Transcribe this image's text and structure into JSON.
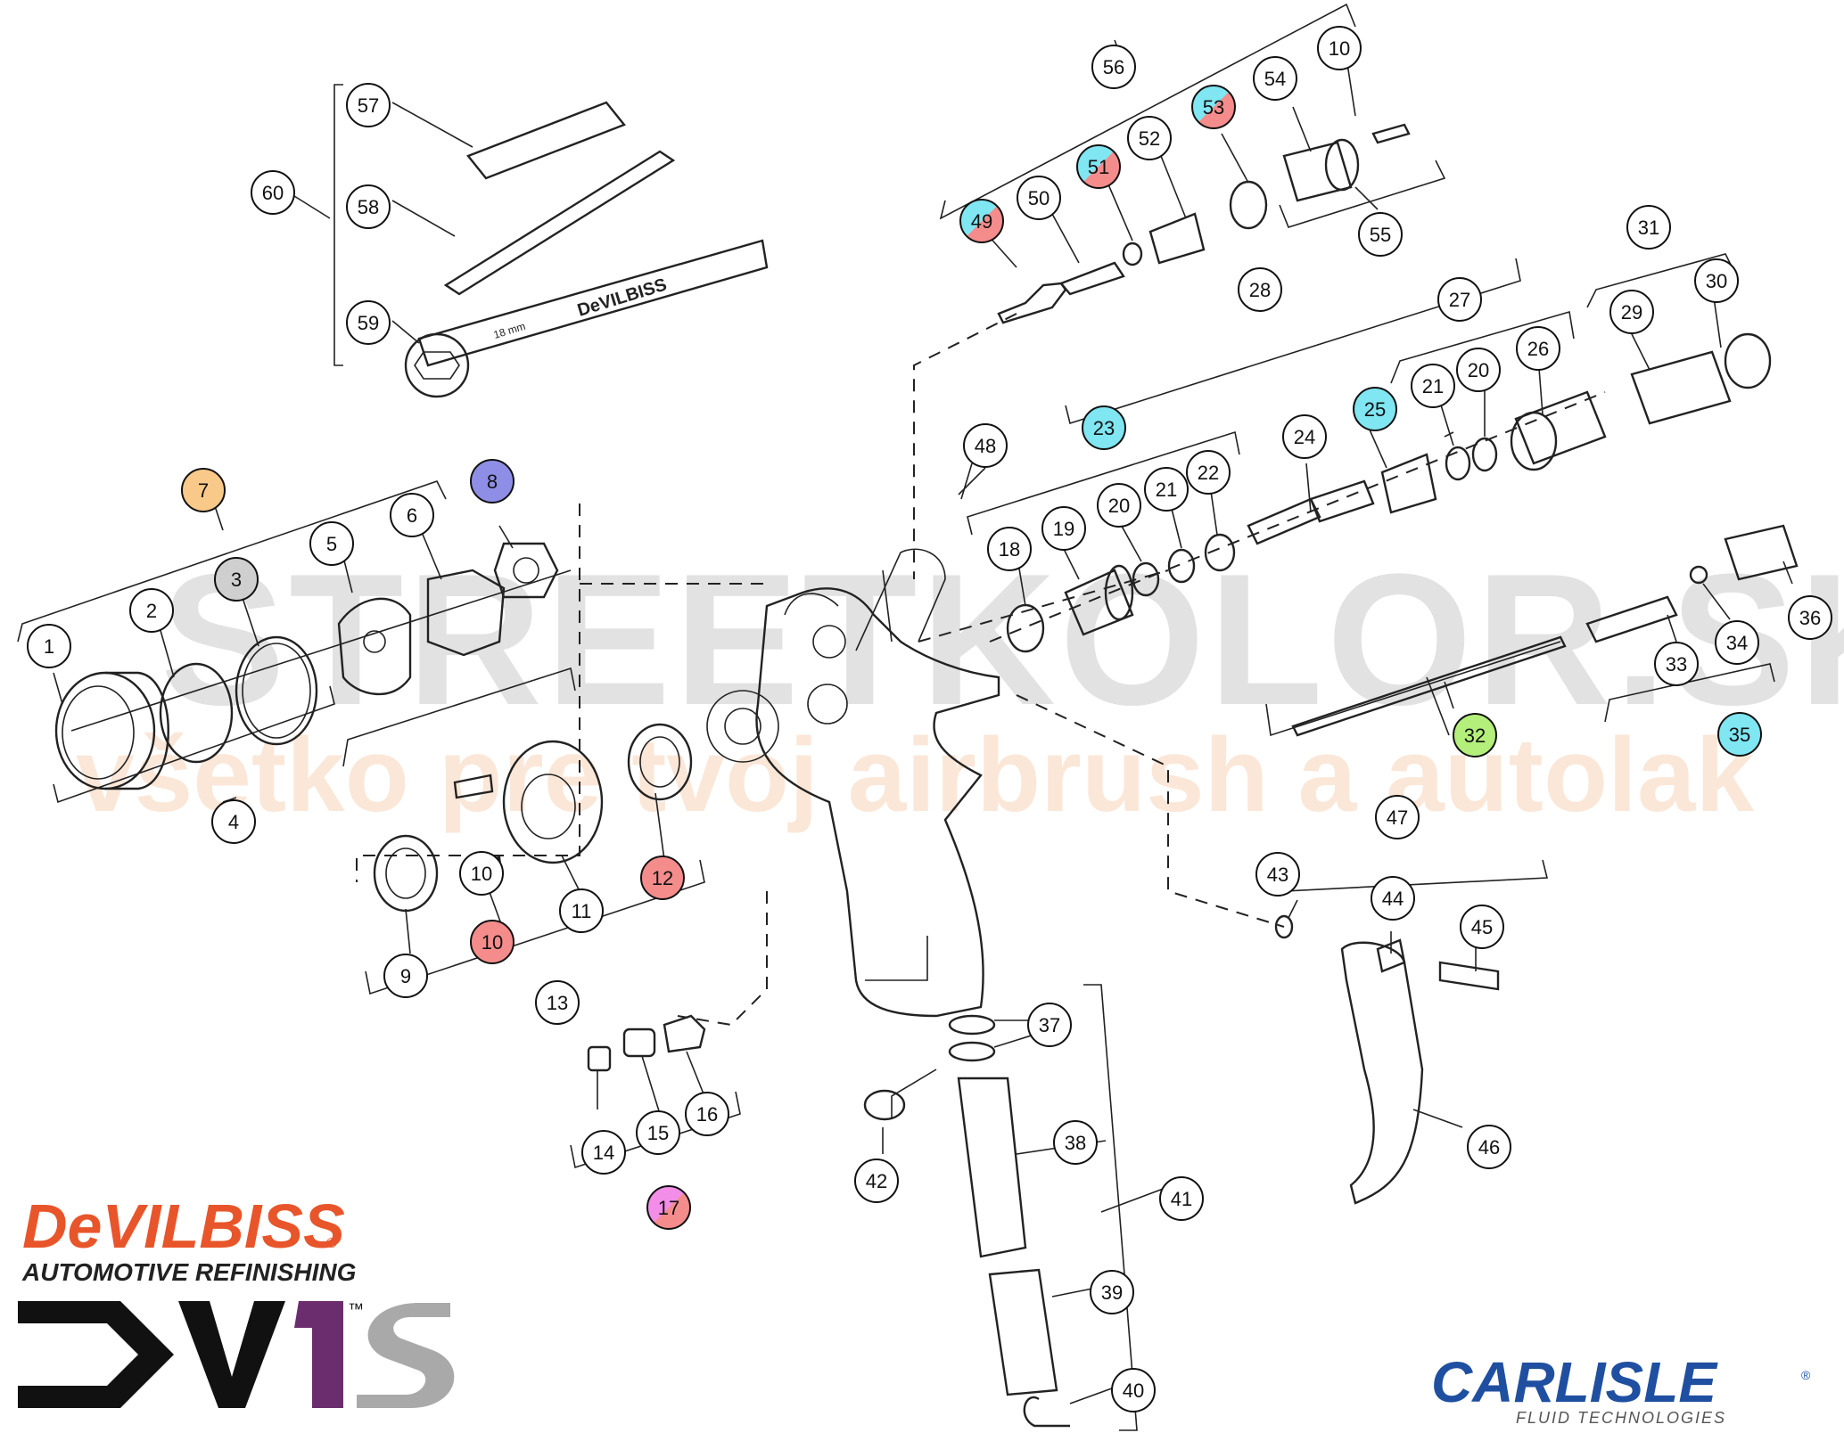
{
  "watermark": {
    "line1": "STREETKOLOR.SK",
    "line2": "všetko pre tvoj airbrush a autolak",
    "color1": "#d9d9d9",
    "color2": "#fbe2cf"
  },
  "parts": [
    {
      "id": "p1",
      "label": "1"
    },
    {
      "id": "p2",
      "label": "2"
    },
    {
      "id": "p3",
      "label": "3",
      "color": "#cfcfcf"
    },
    {
      "id": "p4",
      "label": "4"
    },
    {
      "id": "p5",
      "label": "5"
    },
    {
      "id": "p6",
      "label": "6"
    },
    {
      "id": "p7",
      "label": "7",
      "color": "#f9c98a"
    },
    {
      "id": "p8",
      "label": "8",
      "color": "#8e8ee6"
    },
    {
      "id": "p9",
      "label": "9"
    },
    {
      "id": "p10a",
      "label": "10"
    },
    {
      "id": "p10b",
      "label": "10",
      "color": "#f58c8c"
    },
    {
      "id": "p11",
      "label": "11"
    },
    {
      "id": "p12",
      "label": "12",
      "color": "#f58c8c"
    },
    {
      "id": "p13",
      "label": "13"
    },
    {
      "id": "p14",
      "label": "14"
    },
    {
      "id": "p15",
      "label": "15"
    },
    {
      "id": "p16",
      "label": "16"
    },
    {
      "id": "p17",
      "label": "17",
      "color": "#f28de8",
      "color2": "#f58c8c"
    },
    {
      "id": "p18",
      "label": "18"
    },
    {
      "id": "p19",
      "label": "19"
    },
    {
      "id": "p20a",
      "label": "20"
    },
    {
      "id": "p20b",
      "label": "20"
    },
    {
      "id": "p21a",
      "label": "21"
    },
    {
      "id": "p21b",
      "label": "21"
    },
    {
      "id": "p22",
      "label": "22"
    },
    {
      "id": "p23",
      "label": "23",
      "color": "#7fe6f2"
    },
    {
      "id": "p24",
      "label": "24"
    },
    {
      "id": "p25",
      "label": "25",
      "color": "#7fe6f2"
    },
    {
      "id": "p26",
      "label": "26"
    },
    {
      "id": "p27",
      "label": "27"
    },
    {
      "id": "p28",
      "label": "28"
    },
    {
      "id": "p29",
      "label": "29"
    },
    {
      "id": "p30",
      "label": "30"
    },
    {
      "id": "p31",
      "label": "31"
    },
    {
      "id": "p32",
      "label": "32",
      "color": "#b3ef7a"
    },
    {
      "id": "p33",
      "label": "33"
    },
    {
      "id": "p34",
      "label": "34"
    },
    {
      "id": "p35",
      "label": "35",
      "color": "#7fe6f2"
    },
    {
      "id": "p36",
      "label": "36"
    },
    {
      "id": "p37",
      "label": "37"
    },
    {
      "id": "p38",
      "label": "38"
    },
    {
      "id": "p39",
      "label": "39"
    },
    {
      "id": "p40",
      "label": "40"
    },
    {
      "id": "p41",
      "label": "41"
    },
    {
      "id": "p42",
      "label": "42"
    },
    {
      "id": "p43",
      "label": "43"
    },
    {
      "id": "p44",
      "label": "44"
    },
    {
      "id": "p45",
      "label": "45"
    },
    {
      "id": "p46",
      "label": "46"
    },
    {
      "id": "p47",
      "label": "47"
    },
    {
      "id": "p48",
      "label": "48"
    },
    {
      "id": "p49",
      "label": "49",
      "color": "#7fe6f2",
      "color2": "#f58c8c"
    },
    {
      "id": "p50",
      "label": "50"
    },
    {
      "id": "p51",
      "label": "51",
      "color": "#7fe6f2",
      "color2": "#f58c8c"
    },
    {
      "id": "p52",
      "label": "52"
    },
    {
      "id": "p53",
      "label": "53",
      "color": "#7fe6f2",
      "color2": "#f58c8c"
    },
    {
      "id": "p54",
      "label": "54"
    },
    {
      "id": "p55",
      "label": "55"
    },
    {
      "id": "p56",
      "label": "56"
    },
    {
      "id": "p57",
      "label": "57"
    },
    {
      "id": "p58",
      "label": "58"
    },
    {
      "id": "p59",
      "label": "59"
    },
    {
      "id": "p60",
      "label": "60"
    },
    {
      "id": "p10c",
      "label": "10"
    }
  ],
  "tool_text": {
    "wrench_brand": "DeVILBISS",
    "wrench_size": "18 mm"
  },
  "logos": {
    "devilbiss": "DeVILBISS",
    "devilbiss_reg": "®",
    "devilbiss_sub": "AUTOMOTIVE REFINISHING",
    "devilbiss_color": "#e8552a",
    "dv1s_tm": "™",
    "dv1s_purple": "#6b2d6e",
    "dv1s_gray": "#a9a9a9",
    "carlisle": "CARLISLE",
    "carlisle_reg": "®",
    "carlisle_sub": "FLUID TECHNOLOGIES",
    "carlisle_color": "#1f4fa0"
  }
}
